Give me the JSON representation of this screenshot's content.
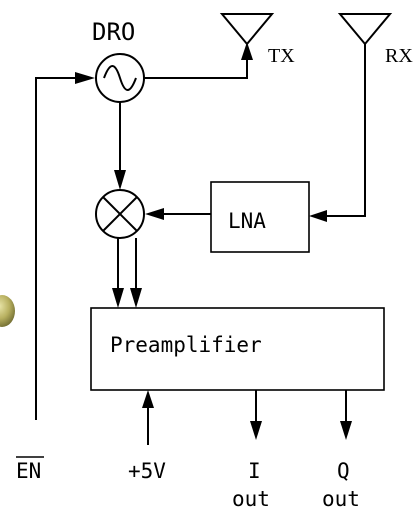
{
  "blocks": {
    "oscillator": "DRO",
    "lna": "LNA",
    "preamp": "Preamplifier"
  },
  "antennas": {
    "tx": "TX",
    "rx": "RX"
  },
  "pins": {
    "enable": "EN",
    "supply": "+5V",
    "i_top": "I",
    "i_bottom": "out",
    "q_top": "Q",
    "q_bottom": "out"
  }
}
